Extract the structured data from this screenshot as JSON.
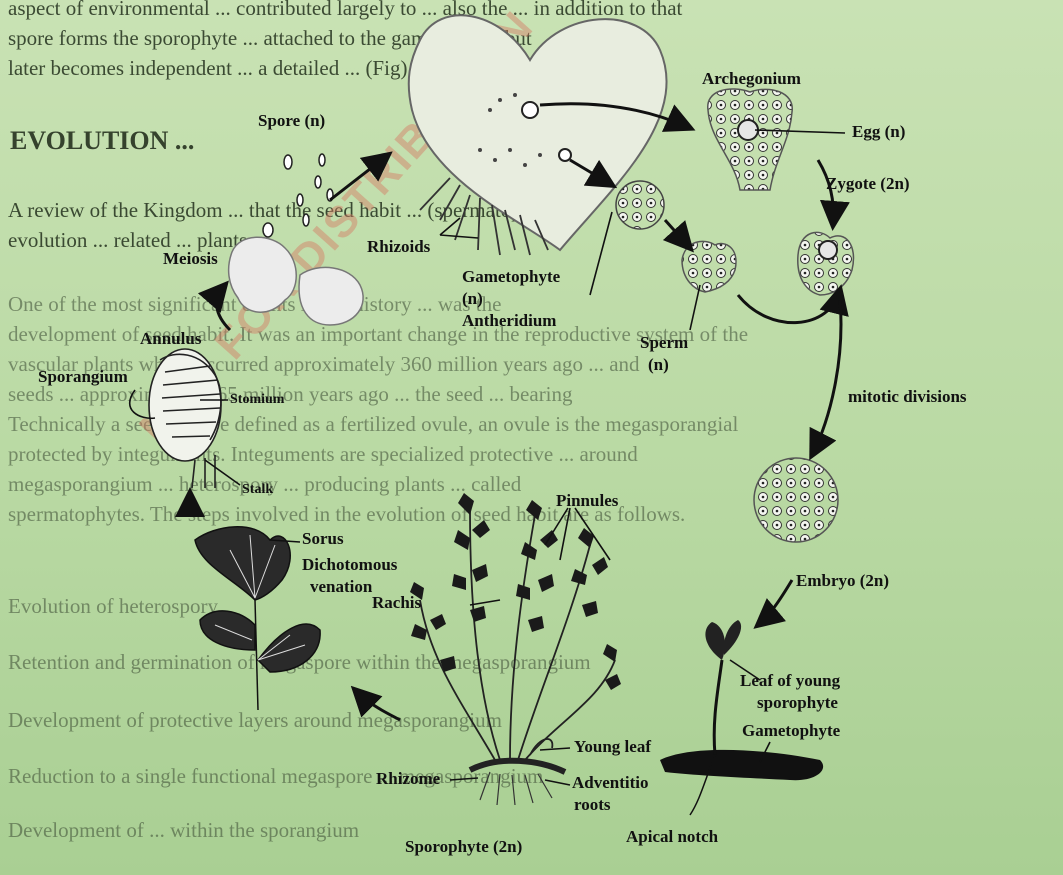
{
  "background_text": {
    "line1": "aspect of environmental ... contributed largely to ... also the ... in addition to that",
    "line2": "spore forms the sporophyte ... attached to the gametophyte but",
    "line3": "later becomes independent ... a detailed ... (Fig)",
    "heading": "EVOLUTION ...",
    "line4": "A review of the Kingdom ... that the seed habit ... (spermatophytes)",
    "line5": "evolution ... related ... plants",
    "line6": "One of the most significant events in the history ... was the",
    "line7": "development of seed habit. It was an important change in the reproductive system of the",
    "line8": "vascular plants which occurred approximately 360 million years ago ... and",
    "line9": "seeds ... approximately 365 million years ago ... the seed ... bearing",
    "line10": "Technically a seed may be defined as a fertilized ovule, an ovule is the megasporangial",
    "line11": "protected by integuments. Integuments are specialized protective ... around",
    "line12": "megasporangium ... heterospory ... producing plants ... called",
    "line13": "spermatophytes. The steps involved in the evolution of seed habit are as follows.",
    "line14": "Evolution of heterospory",
    "line15": "Retention and germination of megaspore within the megasporangium",
    "line16": "Development of protective layers around megasporangium",
    "line17": "Reduction to a single functional megaspore ... megasporangium",
    "line18": "Development of ... within the sporangium"
  },
  "watermark": "NOT FOR DISTRIBUTION",
  "labels": {
    "spore": "Spore (n)",
    "meiosis": "Meiosis",
    "annulus": "Annulus",
    "sporangium": "Sporangium",
    "stomium": "Stomium",
    "stalk": "Stalk",
    "rhizoids": "Rhizoids",
    "gametophyte_n": "Gametophyte",
    "gametophyte_n2": "(n)",
    "antheridium": "Antheridium",
    "archegonium": "Archegonium",
    "egg": "Egg (n)",
    "zygote": "Zygote (2n)",
    "sperm": "Sperm",
    "sperm_n": "(n)",
    "mitotic": "mitotic divisions",
    "embryo": "Embryo (2n)",
    "leaf_young": "Leaf of young",
    "leaf_young2": "sporophyte",
    "gametophyte2": "Gametophyte",
    "apical_notch": "Apical notch",
    "sorus": "Sorus",
    "dichotomous": "Dichotomous",
    "venation": "venation",
    "pinnules": "Pinnules",
    "rachis": "Rachis",
    "young_leaf": "Young leaf",
    "rhizome": "Rhizome",
    "adventitious": "Adventitio",
    "roots": "roots",
    "sporophyte": "Sporophyte (2n)"
  }
}
